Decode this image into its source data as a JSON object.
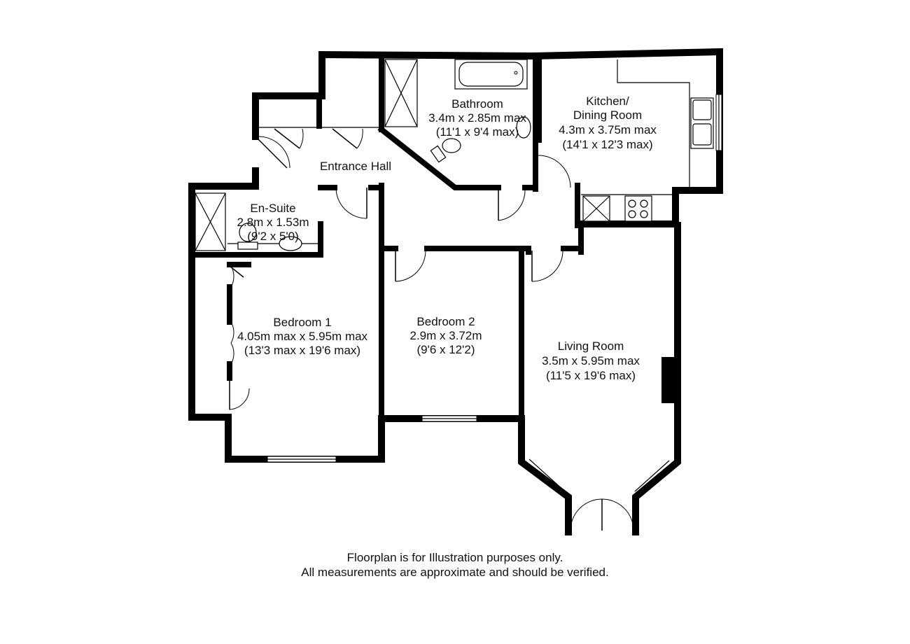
{
  "rooms": {
    "bathroom": {
      "name": "Bathroom",
      "metric": "3.4m x 2.85m max",
      "imperial": "(11'1 x 9'4 max)"
    },
    "kitchen": {
      "name": "Kitchen/",
      "name2": "Dining Room",
      "metric": "4.3m x 3.75m max",
      "imperial": "(14'1 x 12'3 max)"
    },
    "entrance_hall": {
      "name": "Entrance Hall"
    },
    "ensuite": {
      "name": "En-Suite",
      "metric": "2.8m x 1.53m",
      "imperial": "(9'2 x 5'0)"
    },
    "bedroom1": {
      "name": "Bedroom 1",
      "metric": "4.05m max x 5.95m max",
      "imperial": "(13'3 max x 19'6 max)"
    },
    "bedroom2": {
      "name": "Bedroom 2",
      "metric": "2.9m x 3.72m",
      "imperial": "(9'6 x 12'2)"
    },
    "living": {
      "name": "Living Room",
      "metric": "3.5m x 5.95m max",
      "imperial": "(11'5 x 19'6 max)"
    }
  },
  "disclaimer": {
    "line1": "Floorplan is for Illustration purposes only.",
    "line2": "All measurements are approximate and should be verified."
  },
  "colors": {
    "wall": "#000000",
    "background": "#ffffff"
  }
}
